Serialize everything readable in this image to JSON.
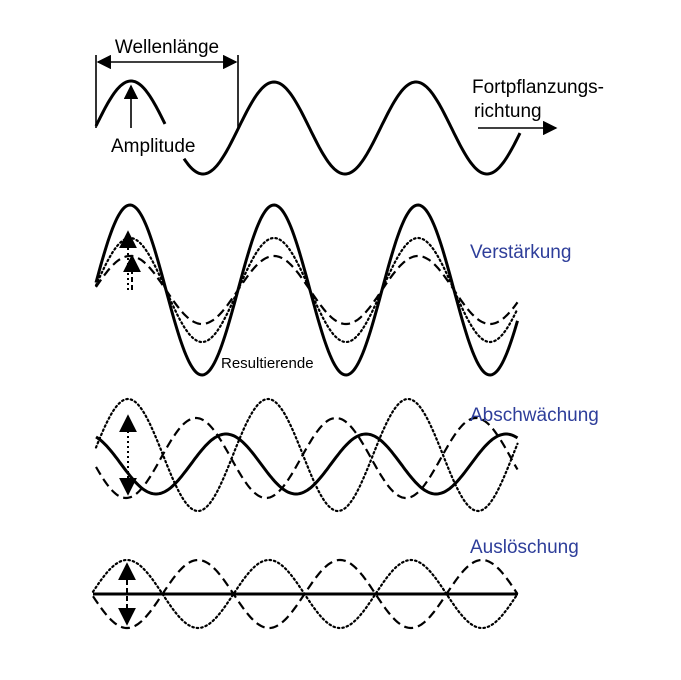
{
  "colors": {
    "stroke": "#000000",
    "accent": "#2e3e9a",
    "background": "#ffffff"
  },
  "labels": {
    "wavelength": "Wellenlänge",
    "amplitude": "Amplitude",
    "propagation_line1": "Fortpflanzungs-",
    "propagation_line2": "richtung",
    "reinforcement": "Verstärkung",
    "resultant": "Resultierende",
    "attenuation": "Abschwächung",
    "cancellation": "Auslöschung"
  },
  "line_styles": {
    "solid": "resultant wave",
    "dotted": "wave 1",
    "dashed": "wave 2"
  }
}
